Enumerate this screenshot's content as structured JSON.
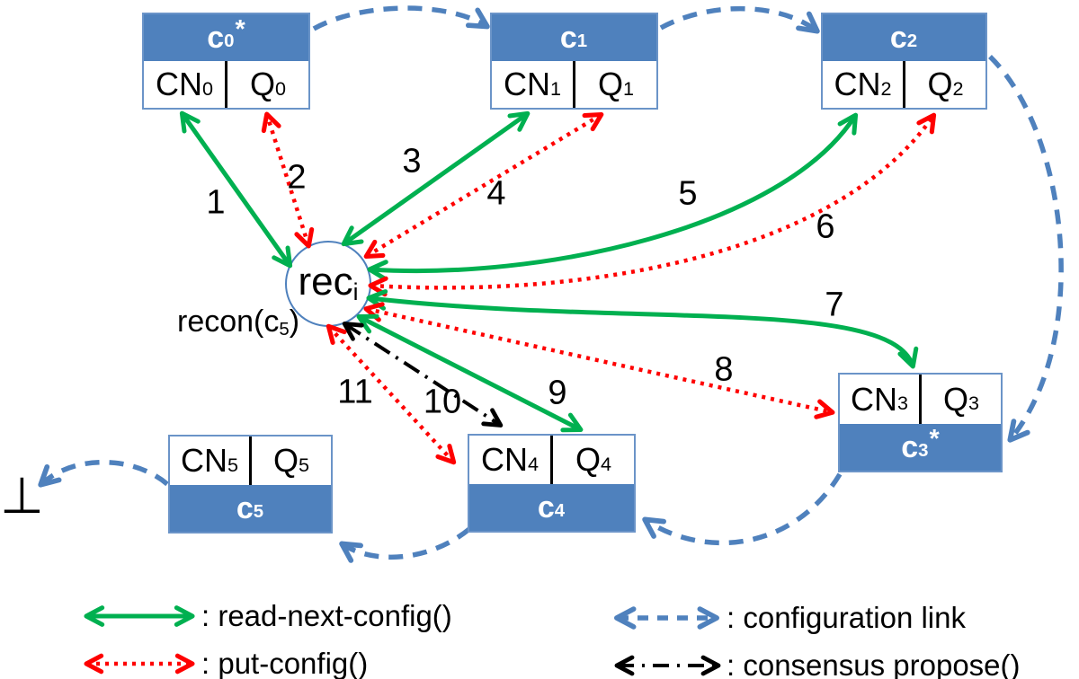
{
  "boxes": [
    {
      "name": "c0",
      "header_base": "c",
      "header_sub": "0",
      "header_star": "*",
      "cn_base": "CN",
      "cn_sub": "0",
      "q_base": "Q",
      "q_sub": "0"
    },
    {
      "name": "c1",
      "header_base": "c",
      "header_sub": "1",
      "header_star": "",
      "cn_base": "CN",
      "cn_sub": "1",
      "q_base": "Q",
      "q_sub": "1"
    },
    {
      "name": "c2",
      "header_base": "c",
      "header_sub": "2",
      "header_star": "",
      "cn_base": "CN",
      "cn_sub": "2",
      "q_base": "Q",
      "q_sub": "2"
    },
    {
      "name": "c3",
      "header_base": "c",
      "header_sub": "3",
      "header_star": "*",
      "cn_base": "CN",
      "cn_sub": "3",
      "q_base": "Q",
      "q_sub": "3"
    },
    {
      "name": "c4",
      "header_base": "c",
      "header_sub": "4",
      "header_star": "",
      "cn_base": "CN",
      "cn_sub": "4",
      "q_base": "Q",
      "q_sub": "4"
    },
    {
      "name": "c5",
      "header_base": "c",
      "header_sub": "5",
      "header_star": "",
      "cn_base": "CN",
      "cn_sub": "5",
      "q_base": "Q",
      "q_sub": "5"
    }
  ],
  "recon_node": {
    "label_base": "rec",
    "label_sub": "i"
  },
  "recon_annotation": {
    "pre": "recon(c",
    "sub": "5",
    "post": ")"
  },
  "arrow_labels": [
    "1",
    "2",
    "3",
    "4",
    "5",
    "6",
    "7",
    "8",
    "9",
    "10",
    "11"
  ],
  "bottom_symbol": "⊥",
  "legend": {
    "read_next_config": ": read-next-config()",
    "put_config": ": put-config()",
    "configuration_link": ": configuration link",
    "consensus_propose": ": consensus propose()"
  },
  "colors": {
    "box_blue": "#4f81bd",
    "green": "#00b050",
    "red": "#fe0000",
    "link_blue": "#4f81bd",
    "black": "#000000"
  }
}
